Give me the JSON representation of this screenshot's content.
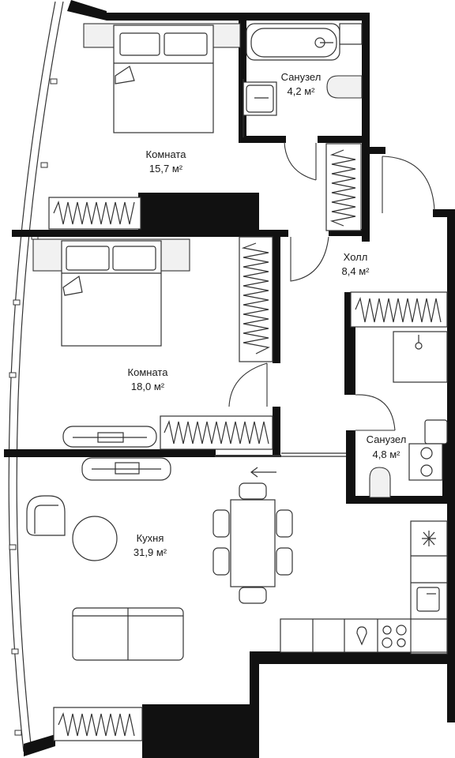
{
  "rooms": [
    {
      "key": "bedroom1",
      "name": "Комната",
      "area": "15,7 м²"
    },
    {
      "key": "bath1",
      "name": "Санузел",
      "area": "4,2 м²"
    },
    {
      "key": "hall",
      "name": "Холл",
      "area": "8,4 м²"
    },
    {
      "key": "bedroom2",
      "name": "Комната",
      "area": "18,0 м²"
    },
    {
      "key": "bath2",
      "name": "Санузел",
      "area": "4,8 м²"
    },
    {
      "key": "kitchen",
      "name": "Кухня",
      "area": "31,9 м²"
    }
  ],
  "icons": {
    "entry_arrow": "arrow-left-icon",
    "hob": "cooktop-icon",
    "sink": "sink-icon",
    "extractor": "extractor-icon"
  },
  "colors": {
    "wall": "#111111",
    "line": "#333333",
    "background": "#ffffff"
  }
}
